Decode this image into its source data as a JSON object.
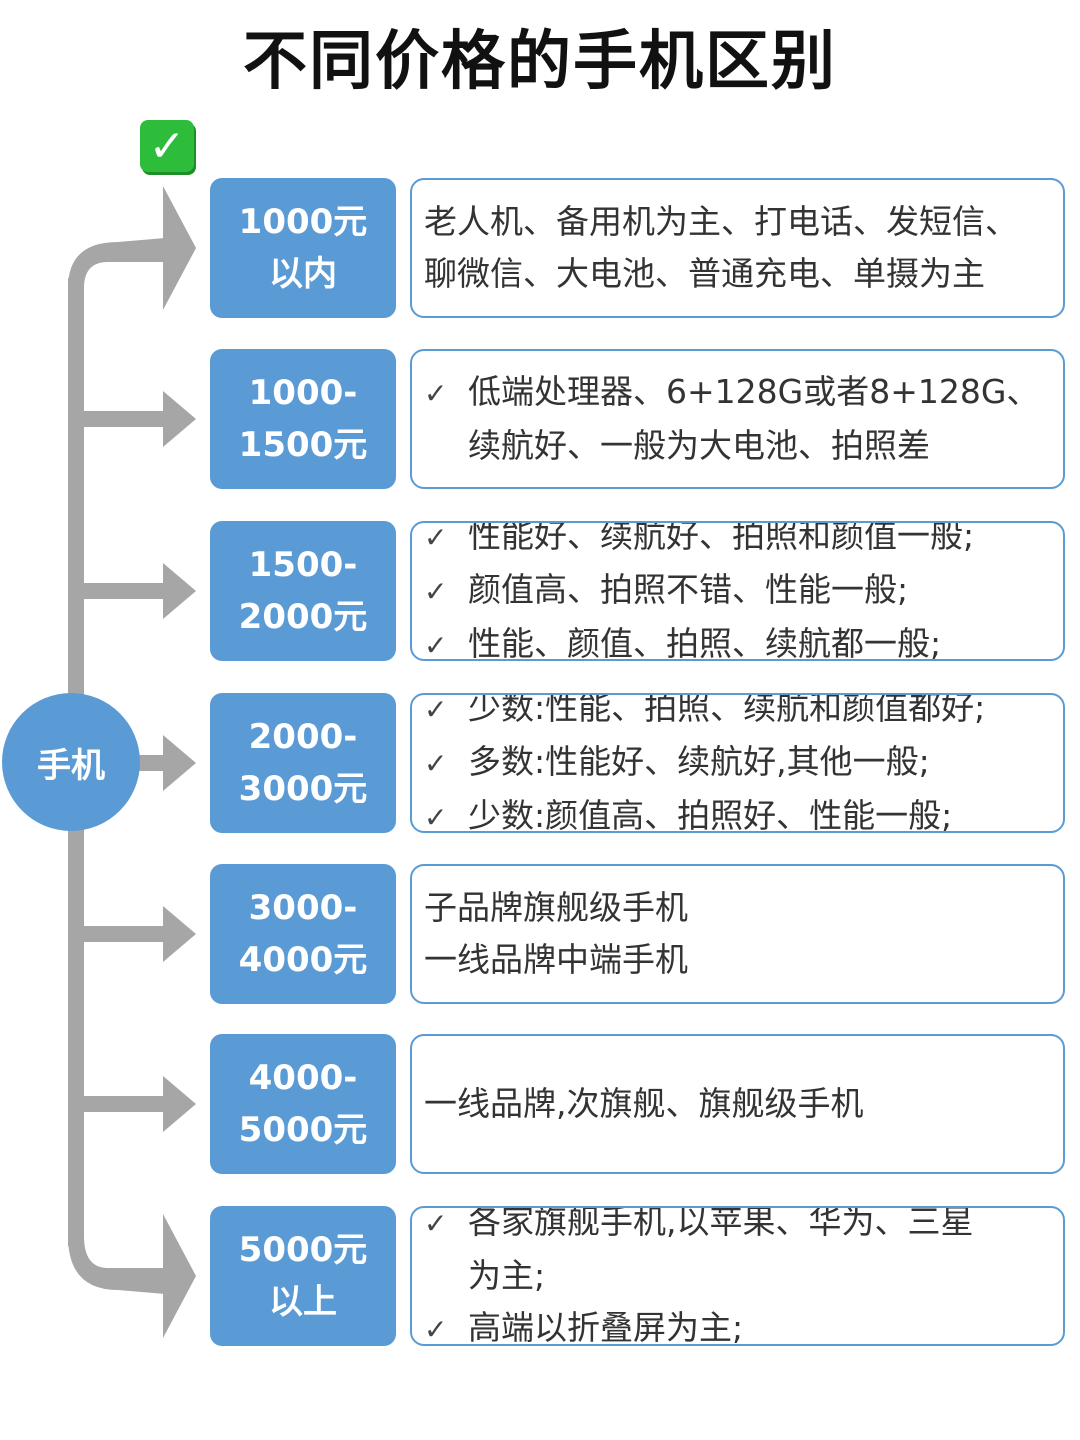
{
  "title": "不同价格的手机区别",
  "badge_icon": "check-mark-icon",
  "root": "手机",
  "check_glyph": "✓",
  "colors": {
    "accent": "#5b9bd5",
    "connector": "#a6a6a6",
    "badge": "#2ebd3a"
  },
  "rows": [
    {
      "price": [
        "1000元",
        "以内"
      ],
      "lines": [
        {
          "check": false,
          "text": "老人机、备用机为主、打电话、发短信、"
        },
        {
          "check": false,
          "text": "聊微信、大电池、普通充电、单摄为主"
        }
      ]
    },
    {
      "price": [
        "1000-",
        "1500元"
      ],
      "lines": [
        {
          "check": true,
          "text": "低端处理器、6+128G或者8+128G、"
        },
        {
          "check": false,
          "indent": true,
          "text": "续航好、一般为大电池、拍照差"
        }
      ]
    },
    {
      "price": [
        "1500-",
        "2000元"
      ],
      "lines": [
        {
          "check": true,
          "text": "性能好、续航好、拍照和颜值一般;"
        },
        {
          "check": true,
          "text": "颜值高、拍照不错、性能一般;"
        },
        {
          "check": true,
          "text": "性能、颜值、拍照、续航都一般;"
        }
      ]
    },
    {
      "price": [
        "2000-",
        "3000元"
      ],
      "lines": [
        {
          "check": true,
          "text": "少数:性能、拍照、续航和颜值都好;"
        },
        {
          "check": true,
          "text": "多数:性能好、续航好,其他一般;"
        },
        {
          "check": true,
          "text": "少数:颜值高、拍照好、性能一般;"
        }
      ]
    },
    {
      "price": [
        "3000-",
        "4000元"
      ],
      "lines": [
        {
          "check": false,
          "text": "子品牌旗舰级手机"
        },
        {
          "check": false,
          "text": "一线品牌中端手机"
        }
      ]
    },
    {
      "price": [
        "4000-",
        "5000元"
      ],
      "lines": [
        {
          "check": false,
          "text": "一线品牌,次旗舰、旗舰级手机"
        }
      ]
    },
    {
      "price": [
        "5000元",
        "以上"
      ],
      "lines": [
        {
          "check": true,
          "text": "各家旗舰手机,以苹果、华为、三星"
        },
        {
          "check": false,
          "indent": true,
          "text": "为主;"
        },
        {
          "check": true,
          "text": "高端以折叠屏为主;"
        }
      ]
    }
  ]
}
